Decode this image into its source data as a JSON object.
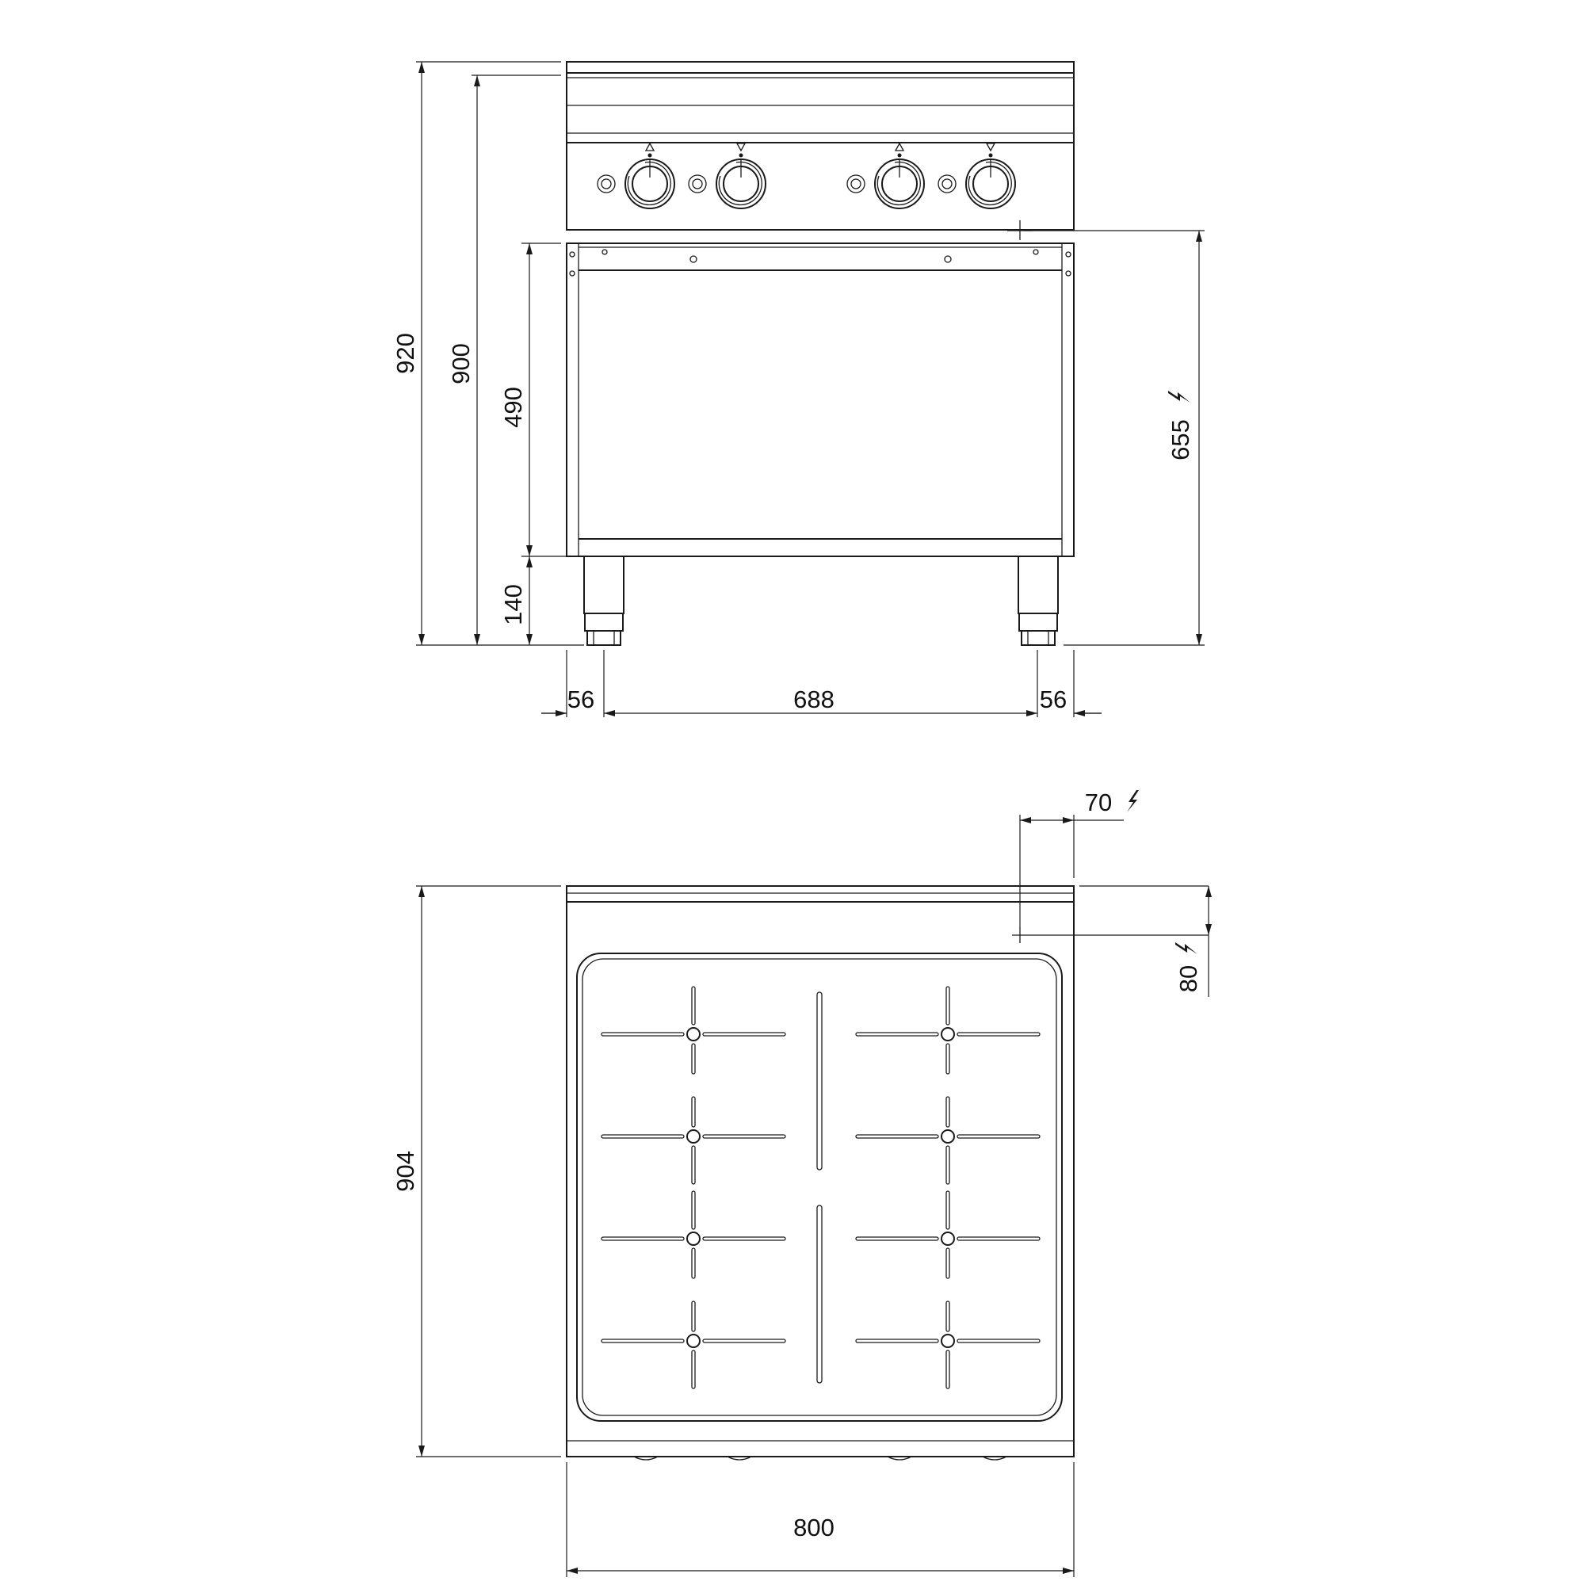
{
  "front_view": {
    "dimensions": {
      "overall_height": "920",
      "worktop_height": "900",
      "cabinet_height": "490",
      "leg_height": "140",
      "power_connection_height": "655",
      "left_offset": "56",
      "leg_spacing": "688",
      "right_offset": "56"
    },
    "knob_indicators": [
      "hollow-triangle-up",
      "hollow-triangle-down",
      "hollow-triangle-up",
      "hollow-triangle-down"
    ]
  },
  "top_view": {
    "dimensions": {
      "depth": "904",
      "width": "800",
      "connection_x": "70",
      "connection_y": "80"
    },
    "cooking_zones": 4
  },
  "symbols": {
    "power_symbol": "lightning-bolt-icon"
  },
  "colors": {
    "line": "#1a1a1a",
    "background": "#ffffff"
  }
}
